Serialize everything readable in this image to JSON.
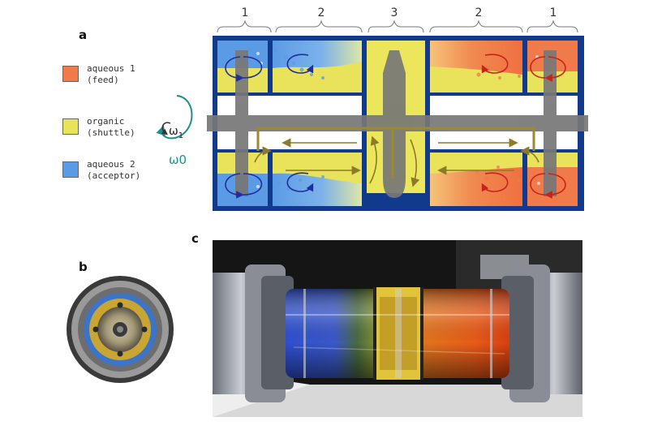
{
  "panels": {
    "a": "a",
    "b": "b",
    "c": "c"
  },
  "legend": [
    {
      "line1": "aqueous 1",
      "line2": "(feed)",
      "color": "#f07a4a"
    },
    {
      "line1": "organic",
      "line2": "(shuttle)",
      "color": "#e8e35a"
    },
    {
      "line1": "aqueous 2",
      "line2": "(acceptor)",
      "color": "#5b9be6"
    }
  ],
  "rotation": {
    "omega1_base": "ω",
    "omega1_sub": "1",
    "omega0": "ω0"
  },
  "section_numbers": [
    "1",
    "2",
    "3",
    "2",
    "1"
  ],
  "colors": {
    "frame": "#123a8c",
    "aqueous1": "#f07a4a",
    "organic": "#ece65c",
    "aqueous2": "#5b9be6",
    "shaft": "#777777",
    "arrow_olive": "#8a7a2a",
    "arrow_blue": "#1f2fa0",
    "arrow_red": "#c8231a",
    "rotation": "#1e8f8f"
  }
}
